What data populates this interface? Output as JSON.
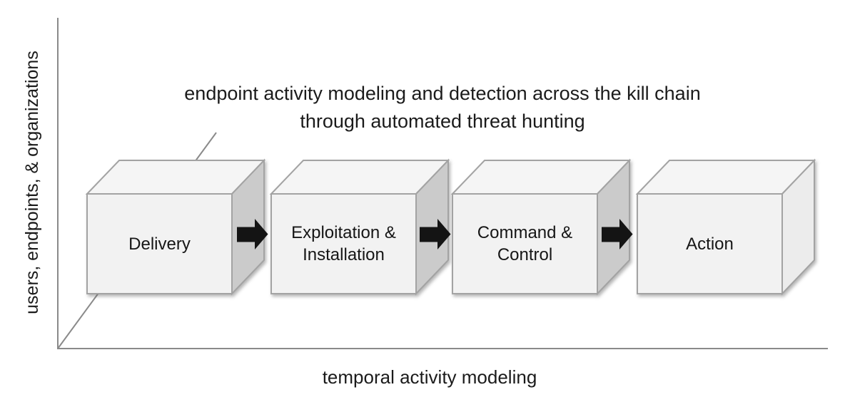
{
  "title": {
    "line1": "endpoint activity modeling and detection across the kill chain",
    "line2": "through automated threat hunting"
  },
  "axes": {
    "y_label": "users, endpoints, & organizations",
    "x_label": "temporal activity modeling"
  },
  "stages": [
    {
      "label": "Delivery"
    },
    {
      "label": "Exploitation & Installation"
    },
    {
      "label": "Command & Control"
    },
    {
      "label": "Action"
    }
  ],
  "icons": {
    "flow_arrow": "right-arrow"
  },
  "colors": {
    "axis_line": "#8a8a8a",
    "box_front": "#f2f2f2",
    "box_top": "#f5f5f5",
    "box_side": "#cbcbcb",
    "box_side_light": "#ececec",
    "box_stroke": "#a3a3a3",
    "arrow_fill": "#141414",
    "text": "#1b1b1b"
  }
}
